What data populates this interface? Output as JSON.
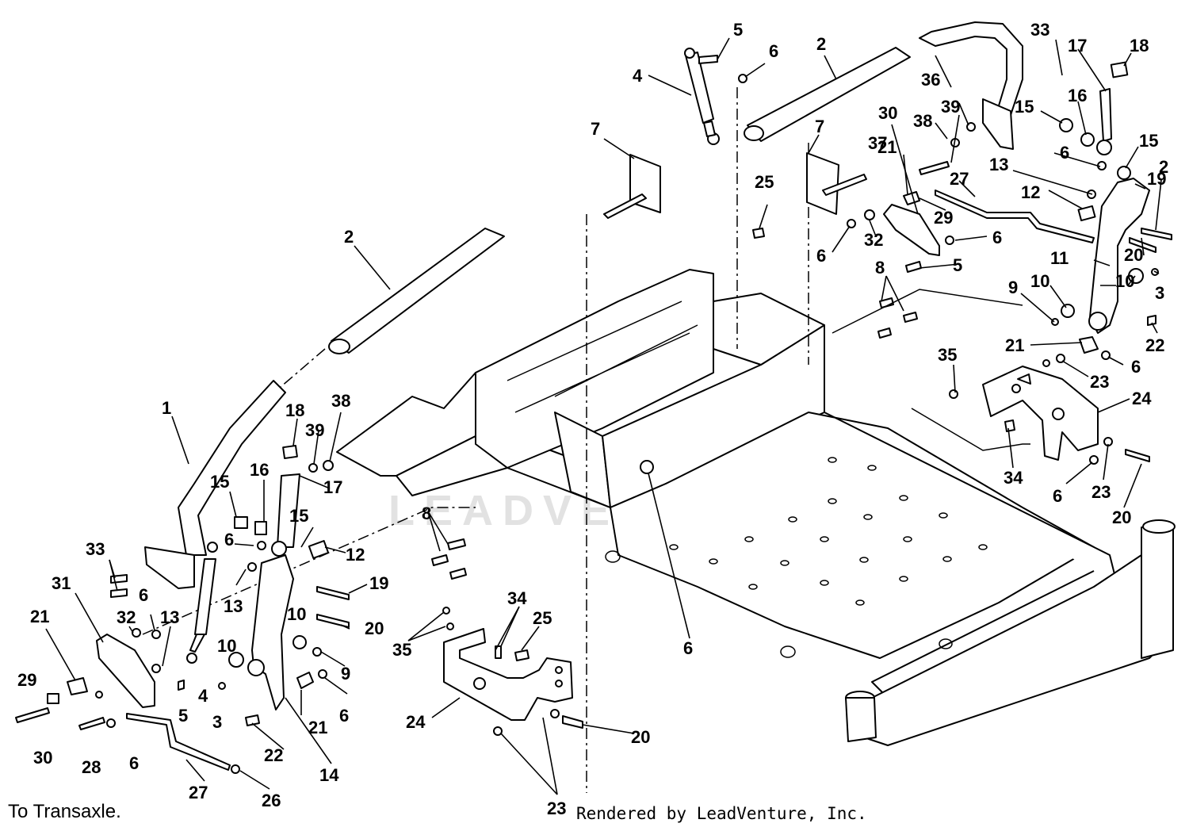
{
  "watermark": "LEADVENTURE",
  "footer": {
    "left_note": "To Transaxle.",
    "credit": "Rendered by LeadVenture, Inc."
  },
  "callouts": [
    "1",
    "2",
    "2",
    "2",
    "3",
    "3",
    "4",
    "4",
    "5",
    "5",
    "5",
    "6",
    "6",
    "6",
    "6",
    "6",
    "6",
    "6",
    "6",
    "6",
    "6",
    "6",
    "7",
    "7",
    "8",
    "8",
    "9",
    "9",
    "10",
    "10",
    "10",
    "10",
    "11",
    "12",
    "12",
    "13",
    "13",
    "13",
    "14",
    "15",
    "15",
    "15",
    "15",
    "16",
    "16",
    "17",
    "17",
    "18",
    "18",
    "19",
    "19",
    "20",
    "20",
    "20",
    "20",
    "21",
    "21",
    "21",
    "21",
    "22",
    "22",
    "23",
    "23",
    "23",
    "24",
    "24",
    "25",
    "25",
    "26",
    "27",
    "27",
    "28",
    "29",
    "29",
    "30",
    "30",
    "31",
    "32",
    "32",
    "33",
    "33",
    "34",
    "34",
    "35",
    "35",
    "36",
    "37",
    "38",
    "38",
    "39",
    "39"
  ]
}
